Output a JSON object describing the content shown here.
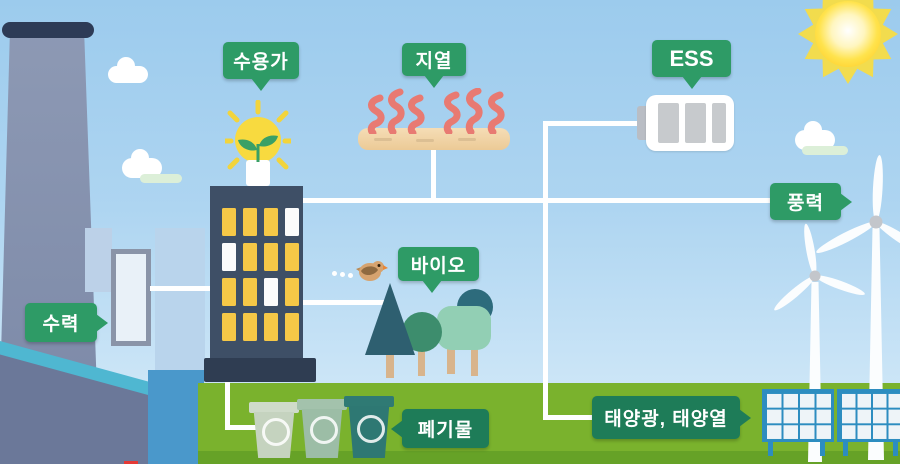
{
  "labels": {
    "consumer": "수용가",
    "geothermal": "지열",
    "ess": "ESS",
    "wind": "풍력",
    "hydro": "수력",
    "bio": "바이오",
    "waste": "폐기물",
    "solar": "태양광, 태양열"
  },
  "icons": {
    "sun-icon": "sun with rays",
    "cloud-icon": "cloud",
    "smokestack-icon": "power plant chimney",
    "dam-icon": "dam wall with sluice gate and water",
    "lightbulb-plant-icon": "light bulb with green sprout",
    "building-icon": "office building with lit windows",
    "heat-waves-icon": "geothermal heat waves over ground plank",
    "battery-icon": "energy storage battery",
    "wind-turbine-icon": "wind turbine",
    "solar-panel-icon": "solar panel array",
    "tree-icon": "bio-energy trees",
    "bird-icon": "flying bird",
    "trash-bin-icon": "waste bins",
    "connector-line": "white energy grid line"
  },
  "colors": {
    "label_green": "#2e9b66",
    "label_green_dark": "#1e7c58",
    "sky_top": "#9ccbed",
    "sky_bottom": "#d6ebf9",
    "grass": "#7ab22d",
    "building": "#3e4f66",
    "window_yellow": "#f6c847",
    "heat_red": "#e87a72",
    "water_teal": "#4fb7d1",
    "panel_blue": "#2d8dc0",
    "connector_white": "#ffffff",
    "progress_red": "#e53935"
  }
}
